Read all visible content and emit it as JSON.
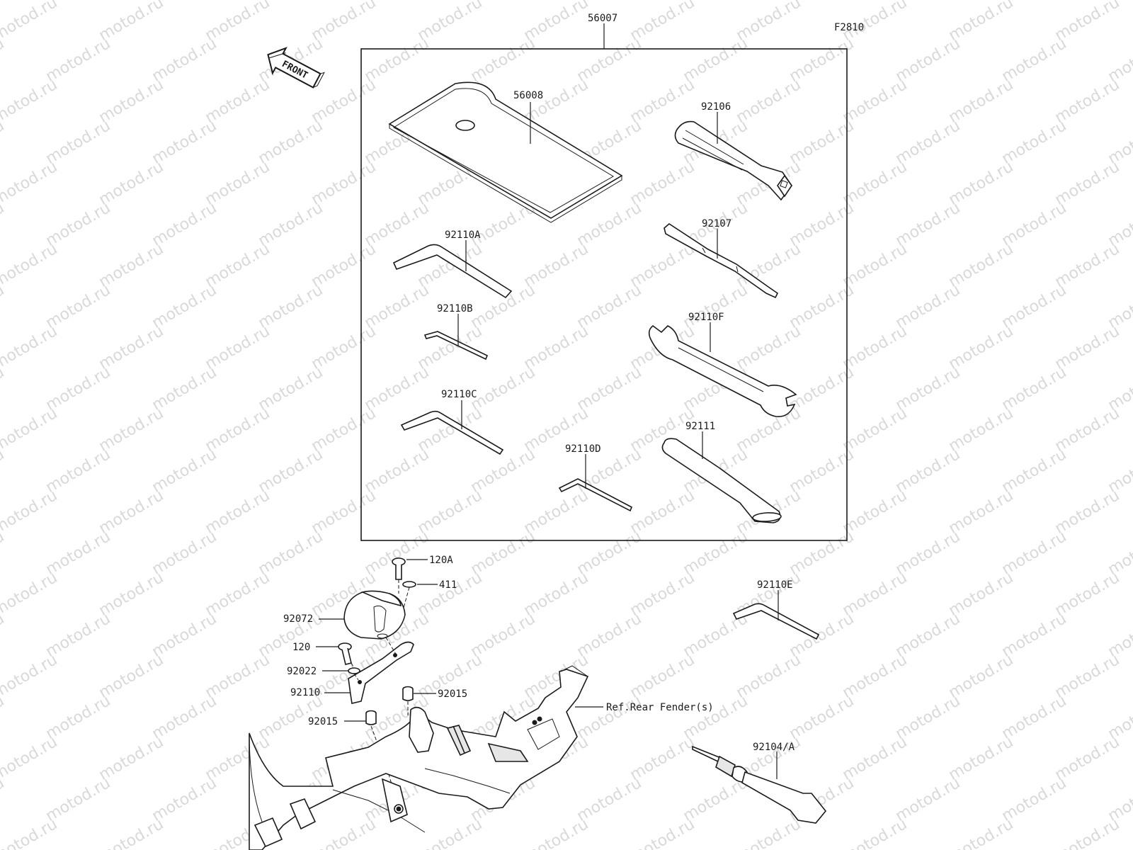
{
  "diagram": {
    "figure_code": "F2810",
    "watermark": "motod.ru",
    "front_arrow_text": "FRONT",
    "labels": {
      "kit": "56007",
      "case": "56008",
      "screwdriver_grip": "92106",
      "screwdriver_bit": "92107",
      "hex_a": "92110A",
      "hex_b": "92110B",
      "hex_c": "92110C",
      "hex_d": "92110D",
      "hex_e": "92110E",
      "wrench_f": "92110F",
      "extension_pipe": "92111",
      "bolt_a": "120A",
      "washer_411": "411",
      "holder_cap": "92072",
      "bolt_120": "120",
      "washer_92022": "92022",
      "holder_plate": "92110",
      "collar_right": "92015",
      "collar_left": "92015",
      "ref_fender": "Ref.Rear Fender(s)",
      "grease_tube": "92104/A"
    }
  }
}
